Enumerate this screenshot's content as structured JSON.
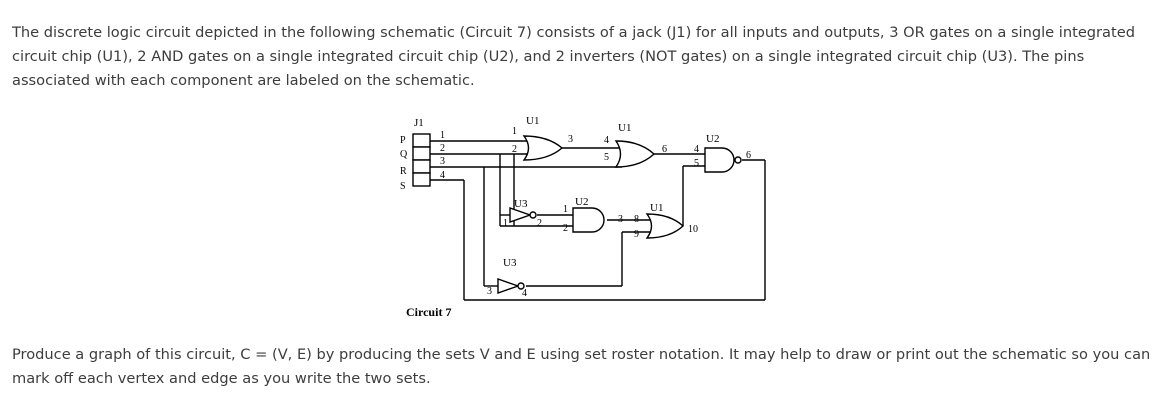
{
  "intro": "The discrete logic circuit depicted in the following schematic (Circuit 7) consists of a jack (J1) for all inputs and outputs, 3 OR gates on a single integrated circuit chip (U1), 2 AND gates on a single integrated circuit chip (U2), and 2 inverters (NOT gates) on a single integrated circuit chip (U3). The pins associated with each component are labeled on the schematic.",
  "question": "Produce a graph of this circuit, C = (V, E) by producing the sets V and E using set roster notation. It may help to draw or print out the schematic so you can mark off each vertex and edge as you write the two sets.",
  "schematic": {
    "caption": "Circuit 7",
    "jack_label": "J1",
    "jack_signals": [
      "P",
      "Q",
      "R",
      "S"
    ],
    "jack_pins": [
      "1",
      "2",
      "3",
      "4"
    ],
    "gates": {
      "or1": {
        "chip": "U1",
        "in_a": "1",
        "in_b": "2",
        "out": "3"
      },
      "or2": {
        "chip": "U1",
        "in_a": "4",
        "in_b": "5",
        "out": "6"
      },
      "and1": {
        "chip": "U2",
        "in_a": "4",
        "in_b": "5",
        "out": "6"
      },
      "not1": {
        "chip": "U3",
        "in": "1",
        "out": "2"
      },
      "and2": {
        "chip": "U2",
        "in_a": "1",
        "in_b": "2",
        "out": "3"
      },
      "or3": {
        "chip": "U1",
        "in_a": "8",
        "in_b": "9",
        "out": "10"
      },
      "not2": {
        "chip": "U3",
        "in": "3",
        "out": "4"
      }
    }
  }
}
